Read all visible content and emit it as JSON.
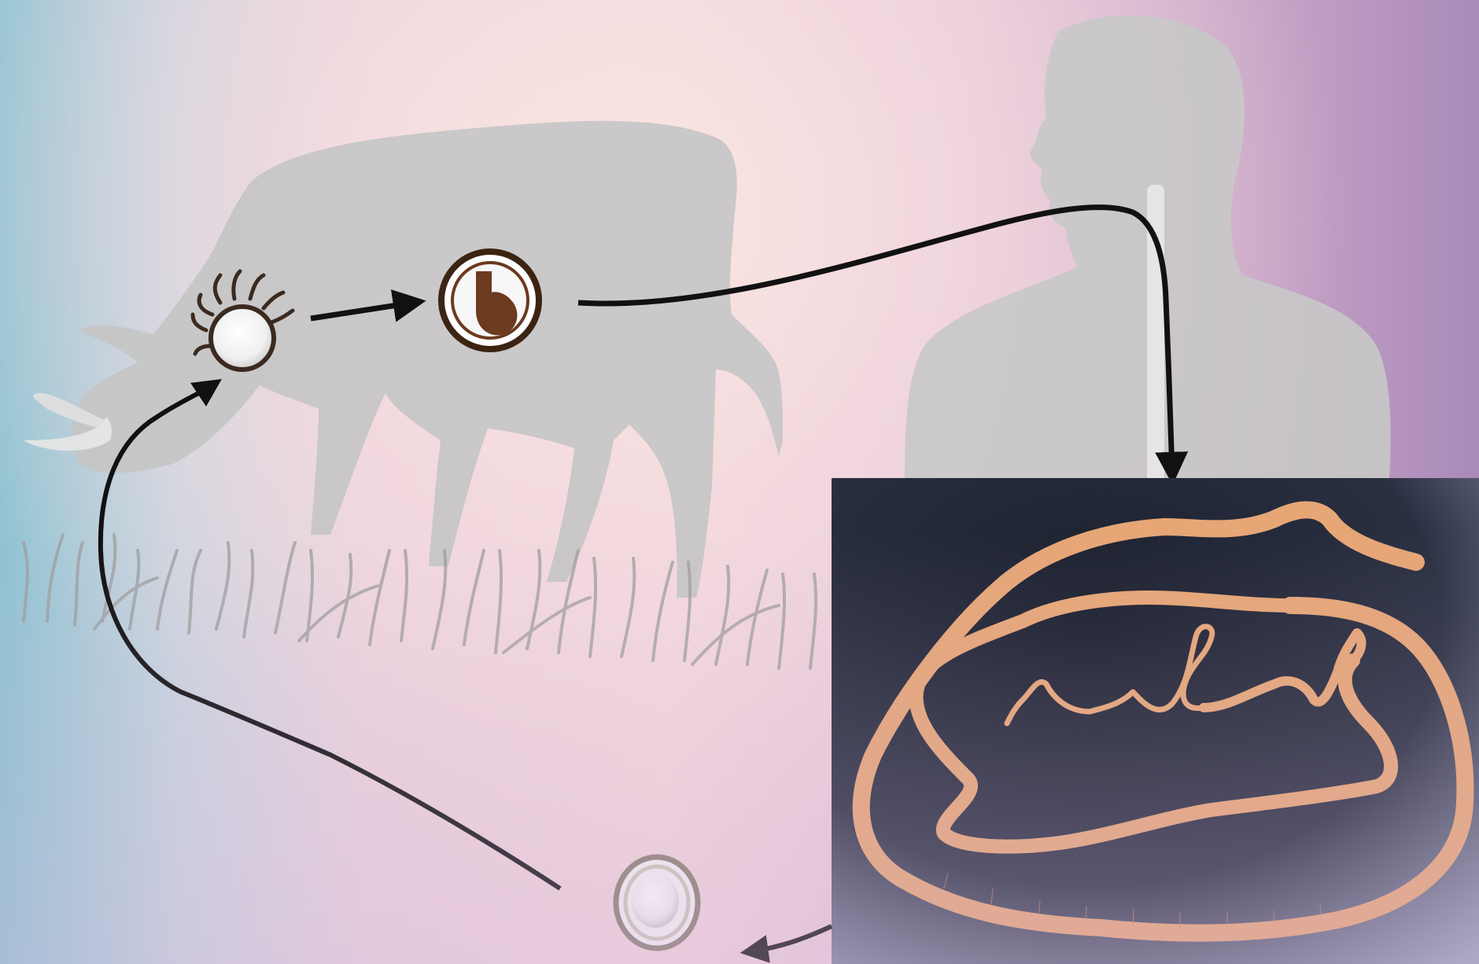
{
  "diagram": {
    "hosts": [
      "cow",
      "human"
    ],
    "stages": [
      "egg-with-hooks",
      "cysticercus",
      "adult-tapeworm",
      "egg"
    ],
    "colors": {
      "silhouette": "#c9c9c9",
      "arrow": "#111111",
      "cyst_brown": "#6b3a1f",
      "tapeworm": "#e8a878",
      "photo_bg": "#1c2230"
    }
  }
}
